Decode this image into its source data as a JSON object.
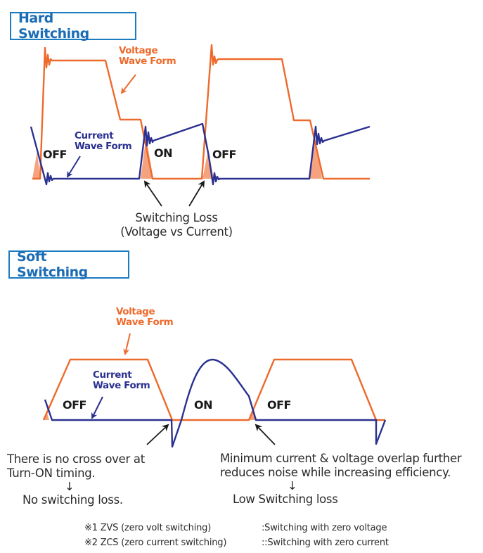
{
  "hard": {
    "title": "Hard Switching",
    "voltage_label_1": "Voltage",
    "voltage_label_2": "Wave Form",
    "current_label_1": "Current",
    "current_label_2": "Wave Form",
    "states": [
      "OFF",
      "ON",
      "OFF"
    ],
    "loss_note_1": "Switching Loss",
    "loss_note_2": "(Voltage vs Current)"
  },
  "soft": {
    "title": "Soft Switching",
    "voltage_label_1": "Voltage",
    "voltage_label_2": "Wave Form",
    "current_label_1": "Current",
    "current_label_2": "Wave Form",
    "states": [
      "OFF",
      "ON",
      "OFF"
    ],
    "left_note_1": "There is no cross over at",
    "left_note_2": "Turn-ON timing.",
    "left_arrow": "↓",
    "left_note_3": "No switching loss.",
    "right_note_1": "Minimum current & voltage overlap further",
    "right_note_2": "reduces noise while increasing efficiency.",
    "right_arrow": "↓",
    "right_note_3": "Low Switching loss"
  },
  "footnotes": [
    {
      "mark": "※1 ZVS (zero volt switching)",
      "desc": ":Switching with zero voltage"
    },
    {
      "mark": "※2 ZCS (zero current switching)",
      "desc": "::Switching with zero current"
    }
  ],
  "colors": {
    "voltage": "#ee6a2c",
    "current": "#2b3190",
    "loss_fill": "#f5a37f",
    "title": "#1a6cb5",
    "arrow": "#1a1a1a"
  }
}
